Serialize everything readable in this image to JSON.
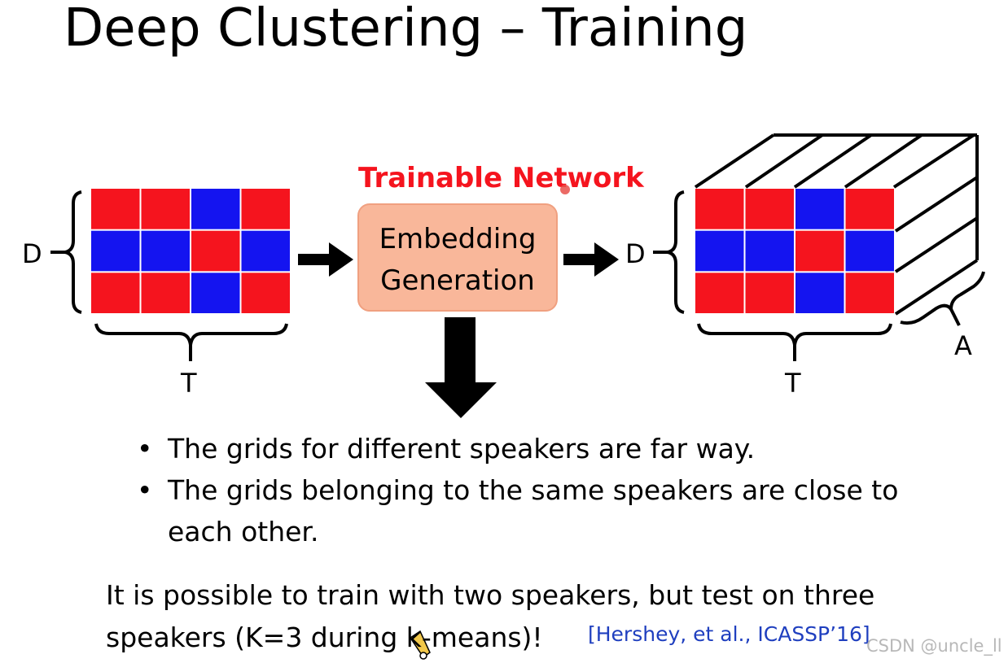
{
  "slide": {
    "title": "Deep Clustering – Training",
    "network_label": "Trainable Network",
    "box_line1": "Embedding",
    "box_line2": "Generation",
    "left_dim_d": "D",
    "left_dim_t": "T",
    "right_dim_d": "D",
    "right_dim_t": "T",
    "right_dim_a": "A",
    "bullets": [
      "The grids for different speakers are far way.",
      "The grids belonging to the same speakers are close to each other."
    ],
    "bullet_symbol": "•",
    "note_line1": "It is possible to train with two speakers, but test on three",
    "note_line2": "speakers (K=3 during k-means)!",
    "citation": "[Hershey, et al., ICASSP’16]",
    "watermark": "CSDN @uncle_ll"
  },
  "grid": {
    "rows": [
      [
        "red",
        "red",
        "blue",
        "red"
      ],
      [
        "blue",
        "blue",
        "red",
        "blue"
      ],
      [
        "red",
        "red",
        "blue",
        "red"
      ]
    ]
  },
  "colors": {
    "red": "#f5141e",
    "blue": "#1414f0",
    "box_fill": "#f9b79a",
    "box_border": "#f0a080",
    "network_label": "#f5141e",
    "citation": "#1f3fbf"
  }
}
